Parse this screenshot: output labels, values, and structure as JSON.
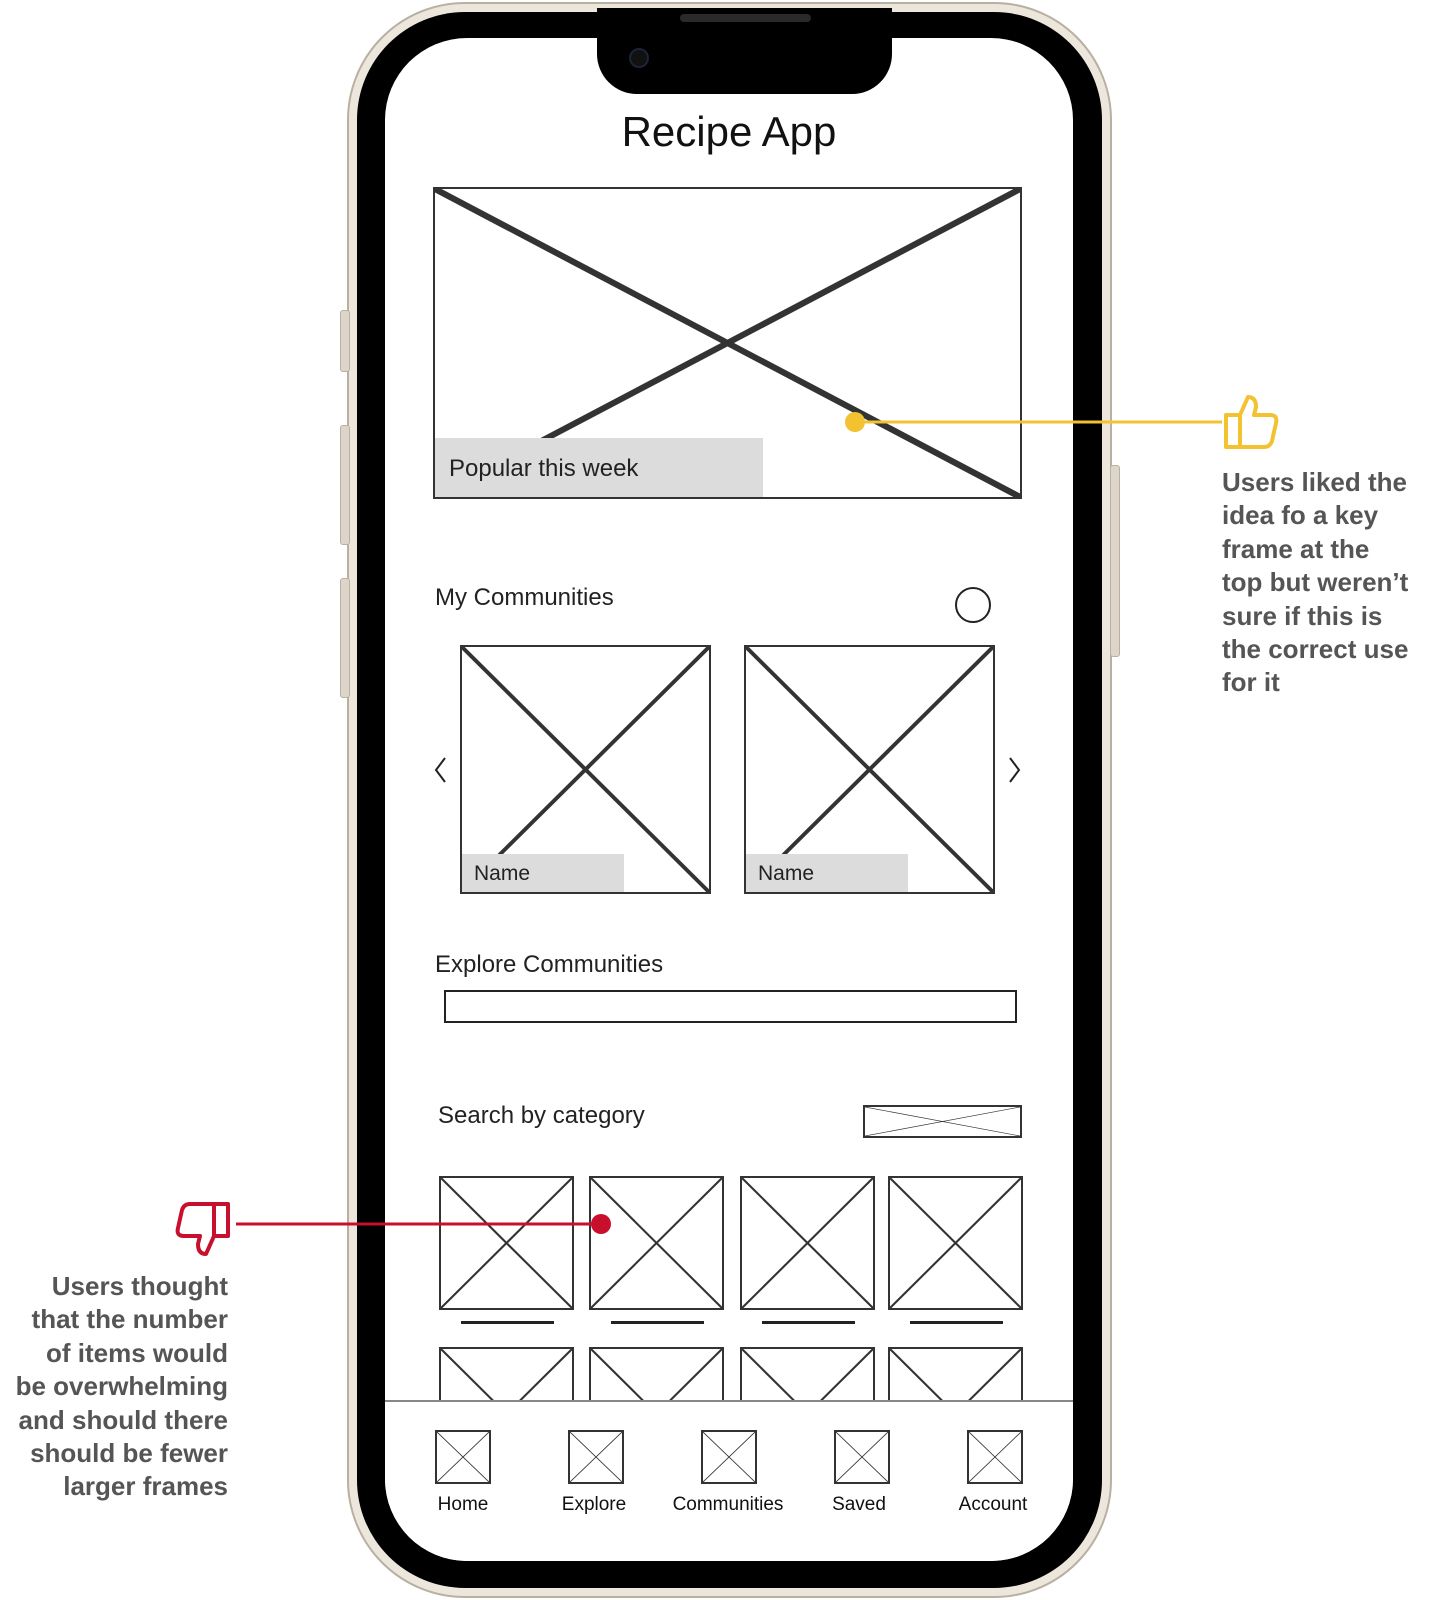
{
  "app": {
    "title": "Recipe App"
  },
  "hero": {
    "label": "Popular this week"
  },
  "my_communities": {
    "heading": "My Communities",
    "cards": [
      {
        "name": "Name"
      },
      {
        "name": "Name"
      }
    ]
  },
  "explore_communities": {
    "heading": "Explore Communities",
    "search_value": ""
  },
  "search_by_category": {
    "heading": "Search by category"
  },
  "nav": {
    "items": [
      {
        "label": "Home",
        "icon": "image-placeholder-icon"
      },
      {
        "label": "Explore",
        "icon": "image-placeholder-icon"
      },
      {
        "label": "Communities",
        "icon": "image-placeholder-icon"
      },
      {
        "label": "Saved",
        "icon": "image-placeholder-icon"
      },
      {
        "label": "Account",
        "icon": "image-placeholder-icon"
      }
    ]
  },
  "annotations": {
    "positive": {
      "icon": "thumbs-up-icon",
      "color": "#F2C230",
      "lines": [
        "Users liked the",
        "idea fo a key",
        "frame at the",
        "top but weren’t",
        "sure if this is",
        "the correct use",
        "for it"
      ]
    },
    "negative": {
      "icon": "thumbs-down-icon",
      "color": "#C8102E",
      "lines": [
        "Users thought",
        "that the number",
        "of items would",
        "be overwhelming",
        "and should there",
        "should be fewer",
        "larger frames"
      ]
    }
  }
}
